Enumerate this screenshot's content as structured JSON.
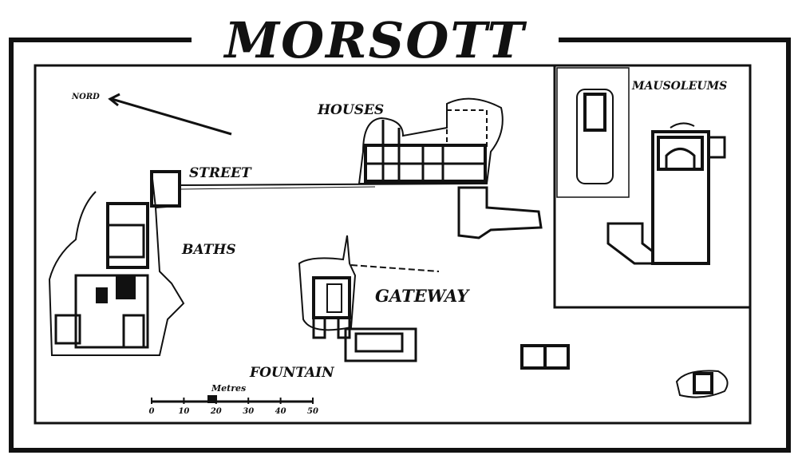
{
  "title": "MORSOTT",
  "north": {
    "label": "NORD"
  },
  "labels": {
    "houses": "HOUSES",
    "street": "STREET",
    "baths": "BATHS",
    "gateway": "GATEWAY",
    "fountain": "FOUNTAIN",
    "mausoleums": "MAUSOLEUMS"
  },
  "scale": {
    "unit": "Metres",
    "ticks": [
      "0",
      "10",
      "20",
      "30",
      "40",
      "50"
    ]
  }
}
